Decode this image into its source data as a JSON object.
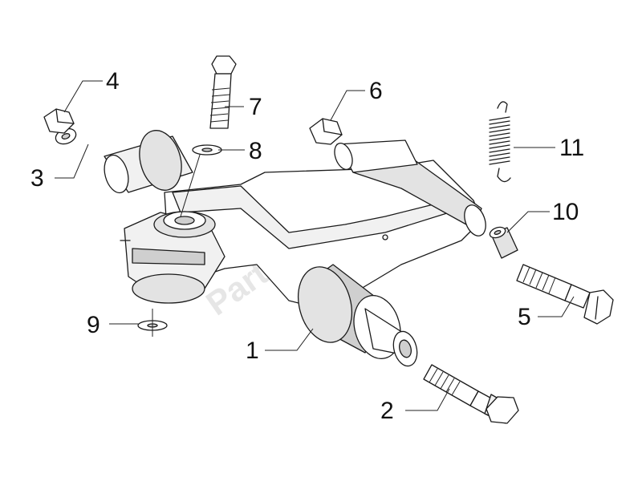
{
  "diagram": {
    "watermark": "PartsRepublik",
    "callouts": [
      {
        "id": "1",
        "label": "1"
      },
      {
        "id": "2",
        "label": "2"
      },
      {
        "id": "3",
        "label": "3"
      },
      {
        "id": "4",
        "label": "4"
      },
      {
        "id": "5",
        "label": "5"
      },
      {
        "id": "6",
        "label": "6"
      },
      {
        "id": "7",
        "label": "7"
      },
      {
        "id": "8",
        "label": "8"
      },
      {
        "id": "9",
        "label": "9"
      },
      {
        "id": "10",
        "label": "10"
      },
      {
        "id": "11",
        "label": "11"
      }
    ]
  }
}
